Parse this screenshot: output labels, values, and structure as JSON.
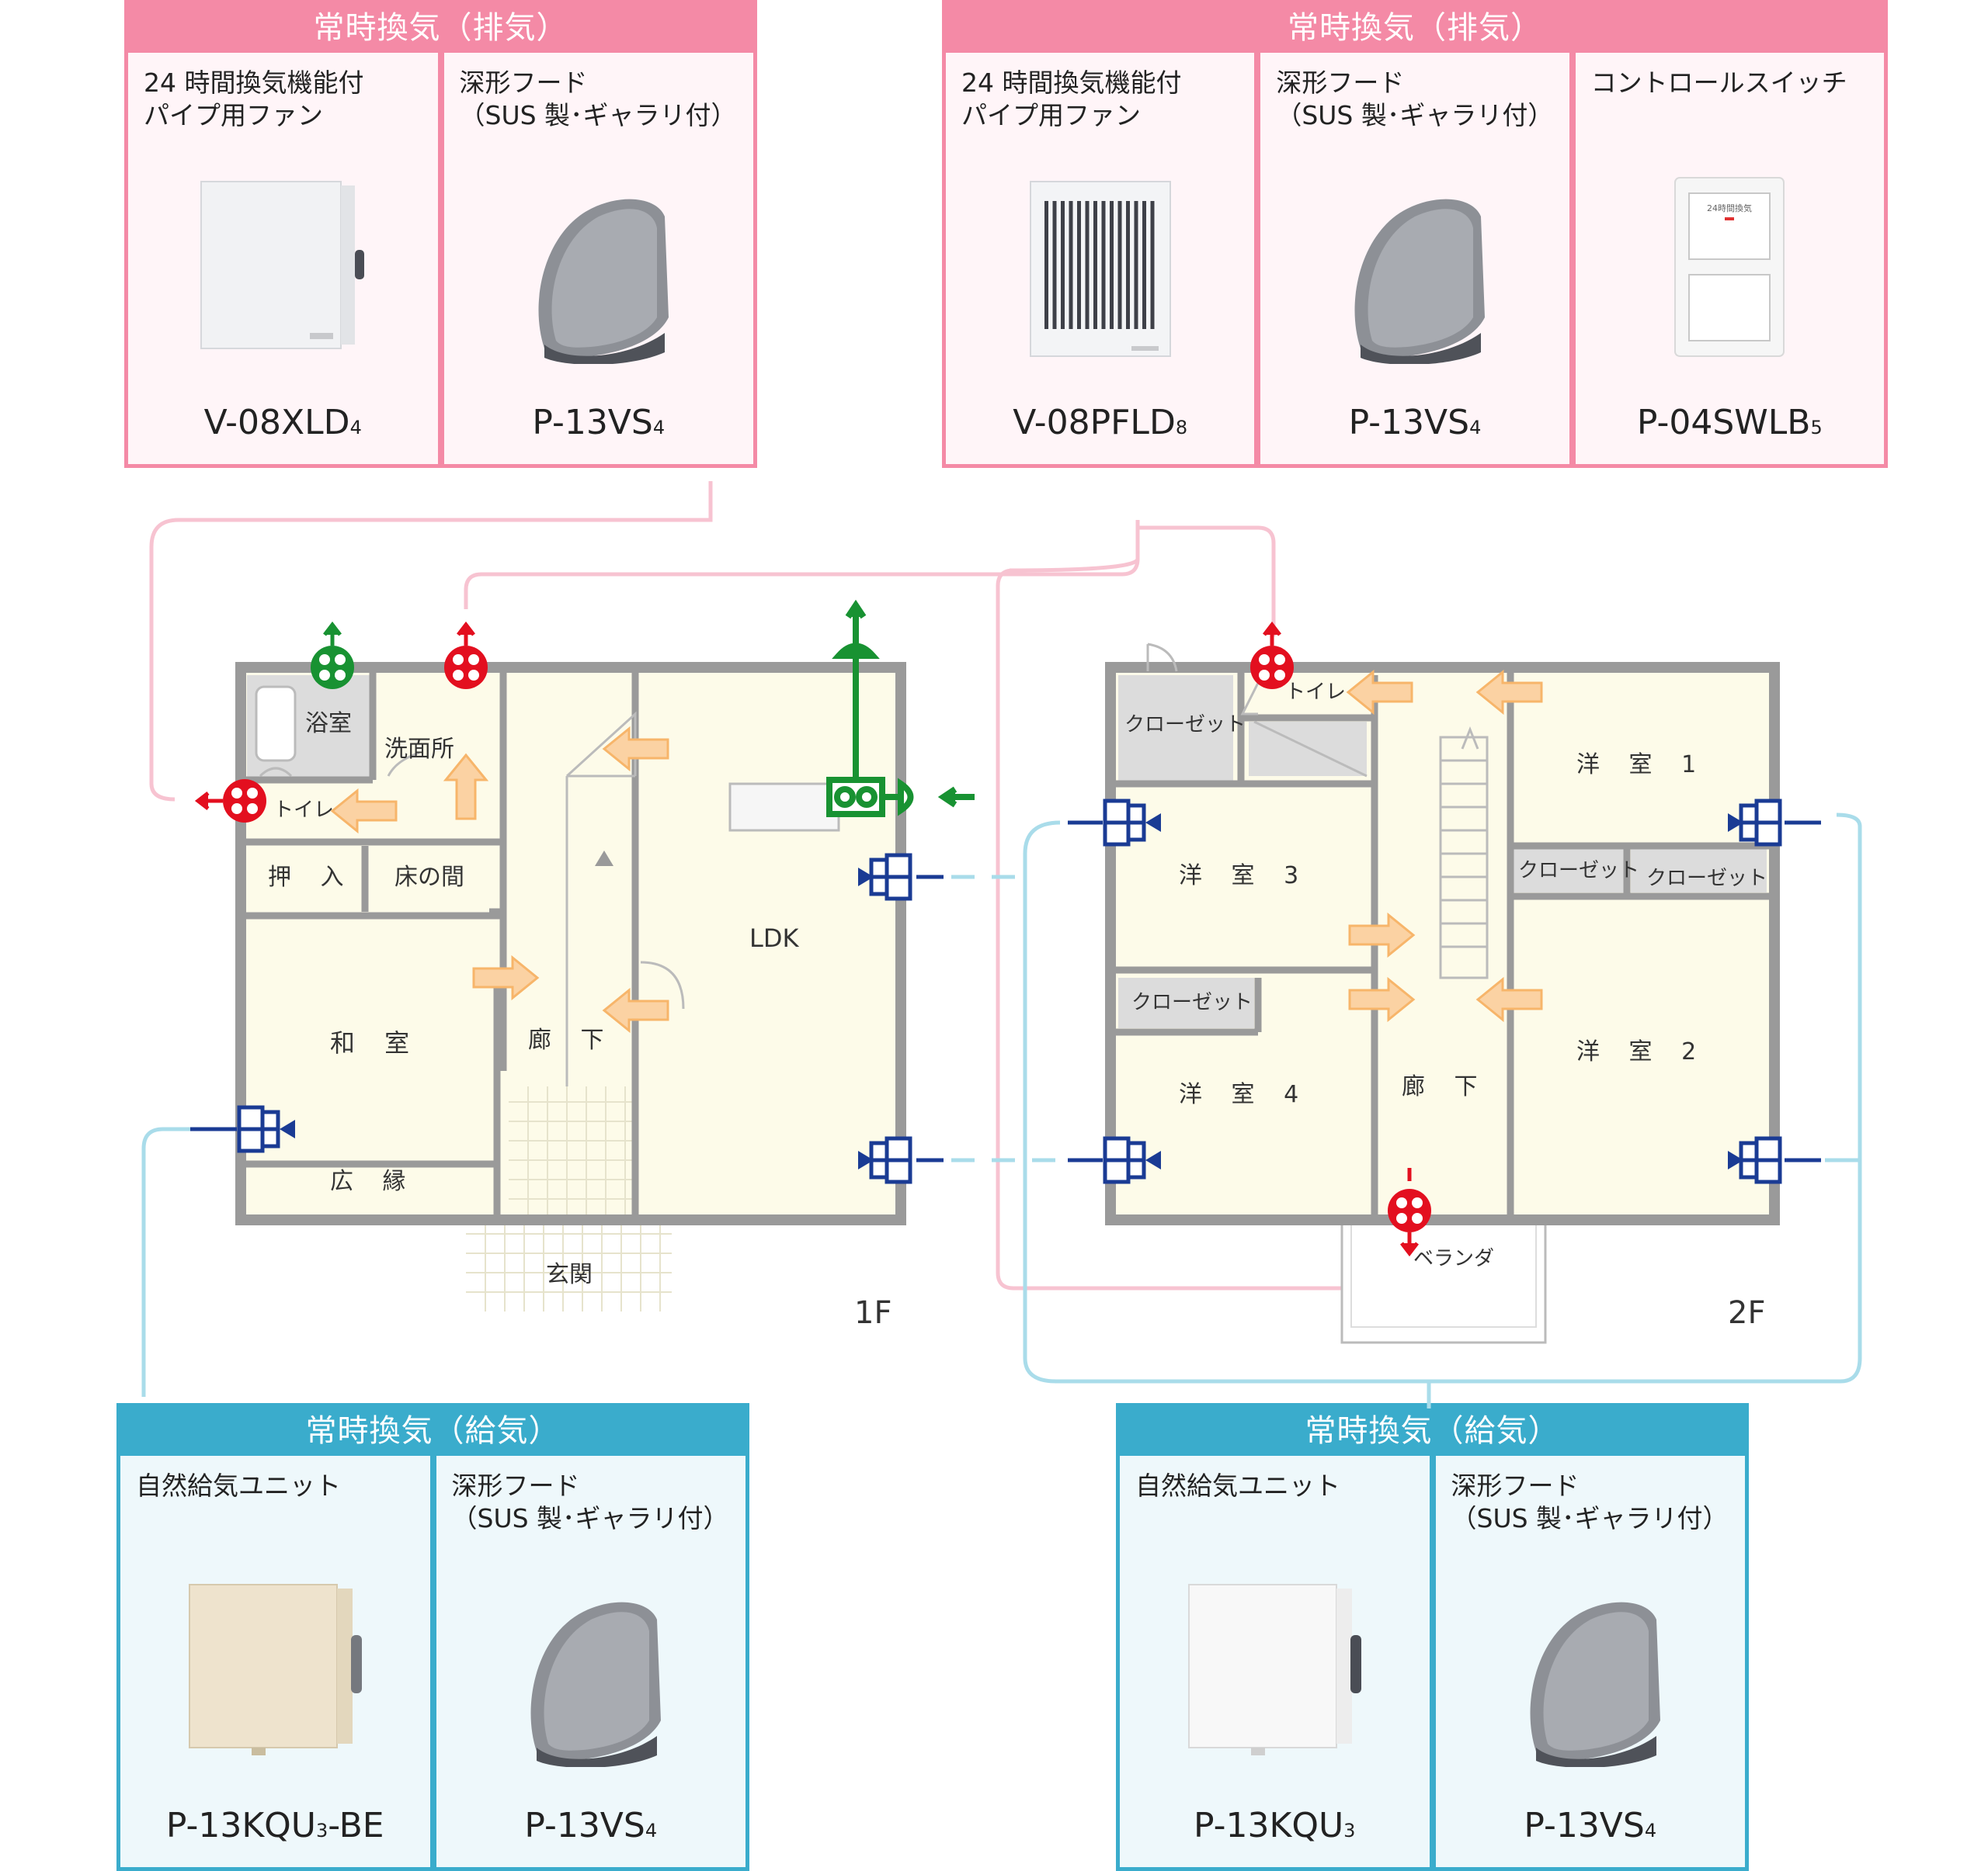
{
  "boxes": {
    "exhaust_1f": {
      "title": "常時換気（排気）",
      "cells": [
        {
          "desc": "24 時間換気機能付\nパイプ用ファン",
          "model": "V-08XLD",
          "sub": "4"
        },
        {
          "desc": "深形フード\n（SUS 製･ギャラリ付）",
          "model": "P-13VS",
          "sub": "4"
        }
      ]
    },
    "exhaust_2f": {
      "title": "常時換気（排気）",
      "cells": [
        {
          "desc": "24 時間換気機能付\nパイプ用ファン",
          "model": "V-08PFLD",
          "sub": "8"
        },
        {
          "desc": "深形フード\n（SUS 製･ギャラリ付）",
          "model": "P-13VS",
          "sub": "4"
        },
        {
          "desc": "コントロールスイッチ",
          "model": "P-04SWLB",
          "sub": "5"
        }
      ]
    },
    "supply_1f": {
      "title": "常時換気（給気）",
      "cells": [
        {
          "desc": "自然給気ユニット",
          "model": "P-13KQU",
          "sub": "3",
          "suffix": "-BE"
        },
        {
          "desc": "深形フード\n（SUS 製･ギャラリ付）",
          "model": "P-13VS",
          "sub": "4"
        }
      ]
    },
    "supply_2f": {
      "title": "常時換気（給気）",
      "cells": [
        {
          "desc": "自然給気ユニット",
          "model": "P-13KQU",
          "sub": "3"
        },
        {
          "desc": "深形フード\n（SUS 製･ギャラリ付）",
          "model": "P-13VS",
          "sub": "4"
        }
      ]
    }
  },
  "switch_text": "24時間換気",
  "floor1": {
    "label": "1F",
    "rooms": {
      "bath": "浴室",
      "washroom": "洗面所",
      "toilet": "トイレ",
      "closet": "押 入",
      "tokonoma": "床の間",
      "japanese": "和 室",
      "engawa": "広 縁",
      "hallway": "廊 下",
      "ldk": "LDK",
      "entrance": "玄関"
    }
  },
  "floor2": {
    "label": "2F",
    "rooms": {
      "closet_a": "クローゼット",
      "toilet": "トイレ",
      "room1": "洋 室 1",
      "room3": "洋 室 3",
      "closet_b": "クローゼット",
      "closet_c": "クローゼット",
      "closet_d": "クローゼット",
      "room4": "洋 室 4",
      "hallway": "廊 下",
      "room2": "洋 室 2",
      "veranda": "ベランダ"
    }
  },
  "colors": {
    "exhaust": "#f48aa6",
    "supply": "#3aaccc",
    "exhaust_line": "#f7c3d1",
    "supply_line": "#a9dcea",
    "fan_red": "#e30f1f",
    "intake_blue": "#1a3b94",
    "kitchen_green": "#189232",
    "airflow": "#f7b56a",
    "wall": "#9a9a9a",
    "floor": "#fdfbe9"
  }
}
